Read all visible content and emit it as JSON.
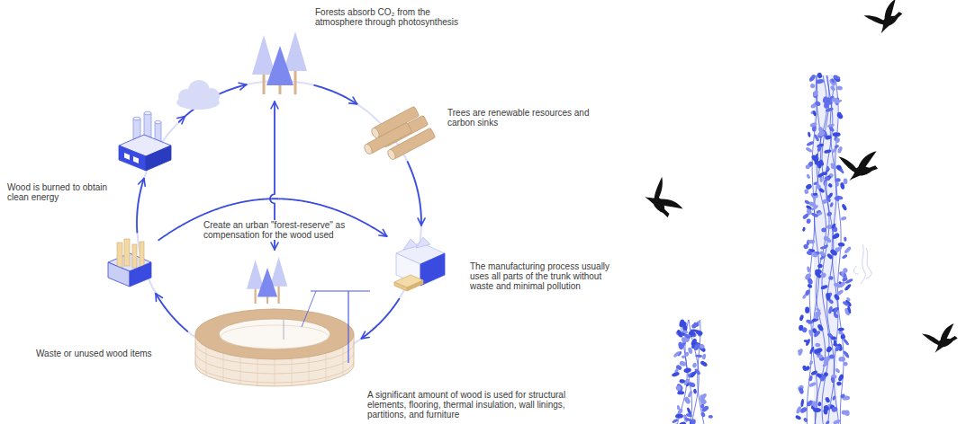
{
  "diagram": {
    "nodes": [
      {
        "text": [
          "Forests absorb CO₂ from the atmosphere through photosynthesis"
        ]
      },
      {
        "text": [
          "Trees are renewable resources and carbon sinks"
        ]
      },
      {
        "text": [
          "The manufacturing process usually uses all parts of the trunk without waste and minimal pollution"
        ]
      },
      {
        "text": [
          "A significant amount of wood is used for structural elements, flooring, thermal insulation, wall linings, partitions, and furniture"
        ]
      },
      {
        "text": [
          "Waste or unused wood items"
        ]
      },
      {
        "text": [
          "Wood is burned to obtain clean energy"
        ]
      },
      {
        "text": [
          "Create an urban \"forest-reserve\" as compensation for the wood used"
        ]
      }
    ],
    "edges": [
      {
        "from": 0,
        "to": 1,
        "arrow": "to"
      },
      {
        "from": 1,
        "to": 2,
        "arrow": "to"
      },
      {
        "from": 2,
        "to": 3,
        "arrow": "to"
      },
      {
        "from": 3,
        "to": 4,
        "arrow": "to"
      },
      {
        "from": 4,
        "to": 5,
        "arrow": "to"
      },
      {
        "from": 5,
        "to": 0,
        "arrow": "to"
      },
      {
        "from": 4,
        "to": 2,
        "arrow": "to"
      },
      {
        "from": 6,
        "to": 0,
        "arrow": "both"
      }
    ]
  }
}
